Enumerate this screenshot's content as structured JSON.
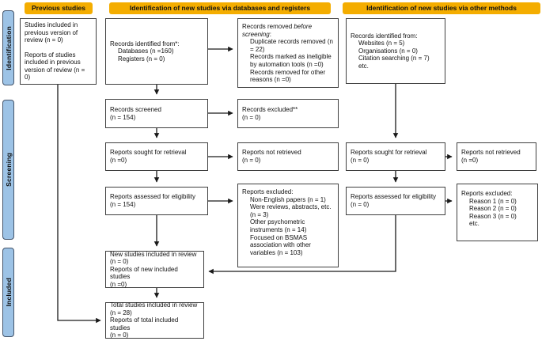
{
  "colors": {
    "header_bg": "#F4AD00",
    "tab_bg": "#9DC3E6",
    "tab_border": "#44546A",
    "box_border": "#3F3F3F",
    "line": "#1A1A1A",
    "text": "#111111",
    "bg": "#FFFFFF"
  },
  "headers": {
    "previous": "Previous studies",
    "databases": "Identification of new studies via databases and registers",
    "other": "Identification of new studies via other methods"
  },
  "sidebar": {
    "identification": "Identification",
    "screening": "Screening",
    "included": "Included"
  },
  "boxes": {
    "prev_included": {
      "p1": "Studies included in previous version of review (n = 0)",
      "p2": "Reports of studies included in previous version of review (n = 0)"
    },
    "records_identified_db": {
      "head": "Records identified from*:",
      "items": [
        "Databases (n =160)",
        "Registers (n = 0)"
      ]
    },
    "records_removed": {
      "head_normal": "Records removed ",
      "head_italic": "before screening",
      "head_suffix": ":",
      "items": [
        "Duplicate records removed (n = 22)",
        "Records marked as ineligible by automation tools (n =0)",
        "Records removed for other reasons (n =0)"
      ]
    },
    "records_screened": {
      "lines": [
        "Records screened",
        "(n = 154)"
      ]
    },
    "records_excluded": {
      "lines": [
        "Records excluded**",
        "(n = 0)"
      ]
    },
    "reports_sought_db": {
      "lines": [
        "Reports sought for retrieval",
        "(n =0)"
      ]
    },
    "reports_not_retrieved_db": {
      "lines": [
        "Reports not retrieved",
        "(n = 0)"
      ]
    },
    "reports_assessed_db": {
      "lines": [
        "Reports assessed for eligibility",
        "(n = 154)"
      ]
    },
    "reports_excluded_db": {
      "head": "Reports excluded:",
      "items": [
        "Non-English papers (n = 1)",
        "Were reviews, abstracts, etc. (n = 3)",
        "Other psychometric instruments (n = 14)",
        "Focused on BSMAS association with other variables (n = 103)"
      ]
    },
    "new_studies": {
      "lines": [
        "New studies included in review",
        "(n = 0)",
        "Reports of new included studies",
        "(n =0)"
      ]
    },
    "total_studies": {
      "lines": [
        "Total studies included in review",
        "(n = 28)",
        "Reports of total included studies",
        "(n = 0)"
      ]
    },
    "records_identified_other": {
      "head": "Records identified from:",
      "items": [
        "Websites (n = 5)",
        "Organisations (n = 0)",
        "Citation searching (n = 7)",
        "etc."
      ]
    },
    "reports_sought_other": {
      "lines": [
        "Reports sought for retrieval",
        "(n = 0)"
      ]
    },
    "reports_not_retrieved_other": {
      "lines": [
        "Reports not retrieved",
        "(n =0)"
      ]
    },
    "reports_assessed_other": {
      "lines": [
        "Reports assessed for eligibility",
        "(n = 0)"
      ]
    },
    "reports_excluded_other": {
      "head": "Reports excluded:",
      "items": [
        "Reason 1 (n = 0)",
        "Reason 2 (n = 0)",
        "Reason 3 (n = 0)",
        "etc."
      ]
    }
  }
}
